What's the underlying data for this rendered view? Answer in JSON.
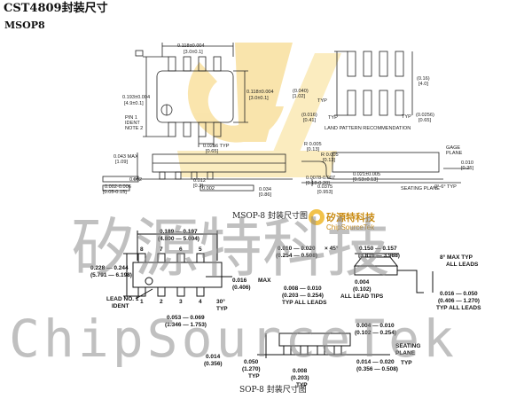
{
  "title": "CST4809封装尺寸",
  "subtitle": "MSOP8",
  "msop": {
    "caption": "MSOP-8 封装尺寸图",
    "top_width": "0.118±0.004",
    "top_width_mm": "[3.0±0.1]",
    "side_height": "0.193±0.004",
    "side_height_mm": "[4.9±0.1]",
    "body_height": "0.118±0.004",
    "body_height_mm": "[3.0±0.1]",
    "pin1": "PIN 1",
    "pin1_b": "IDENT",
    "pin1_c": "NOTE 2",
    "lead_pitch": "0.0256 TYP",
    "lead_pitch_mm": "[0.65]",
    "lp_a": "(0.040)",
    "lp_a_mm": "[1.02]",
    "lp_typ": "TYP",
    "lp_b": "(0.16)",
    "lp_b_mm": "[4.0]",
    "lp_c": "(0.016)",
    "lp_c_mm": "[0.41]",
    "lp_c_typ": "TYP",
    "lp_d": "(0.0256)",
    "lp_d_mm": "[0.65]",
    "lp_d_typ": "TYP",
    "land_pattern": "LAND PATTERN RECOMMENDATION",
    "h_max": "0.043 MAX",
    "h_max_mm": "[1.09]",
    "standoff": "0.002-0.006",
    "standoff_mm": "[0.05-0.15]",
    "lead_w": "0.012",
    "lead_w_mm": "[0.3]",
    "r1": "R 0.005",
    "r1_mm": "[0.13]",
    "r2": "R 0.005",
    "r2_mm": "[0.13]",
    "body_t": "0.034",
    "body_t_mm": "[0.86]",
    "foot_a": "0.0375",
    "foot_a_mm": "[0.953]",
    "foot_b": "0.0078-0.007",
    "foot_b_mm": "[0.18-0.20]",
    "foot_c": "0.021±0.005",
    "foot_c_mm": "[0.53±0.13]",
    "seating": "SEATING PLANE",
    "gauge": "GAGE",
    "gauge_b": "PLANE",
    "gauge_v": "0.010",
    "gauge_mm": "[0.25]",
    "angle": "0°-6° TYP",
    "tol1": "0.002",
    "tol2": "0.002"
  },
  "sop": {
    "caption": "SOP-8 封装尺寸图",
    "w": "0.189 — 0.197",
    "w_mm": "(4.800 — 5.004)",
    "h": "0.228 — 0.244",
    "h_mm": "(5.791 — 6.198)",
    "pins_top": [
      "8",
      "7",
      "6",
      "5"
    ],
    "pins_bot": [
      "1",
      "2",
      "3",
      "4"
    ],
    "lead1": "LEAD NO. 1",
    "lead1_b": "IDENT",
    "lead_w": "0.016",
    "lead_w_mm": "(0.406)",
    "lead_w_max": "MAX",
    "angle": "30°",
    "angle_typ": "TYP",
    "ch": "0.010 — 0.020",
    "ch_x": "× 45°",
    "ch_mm": "(0.254 — 0.508)",
    "bw": "0.150 — 0.157",
    "bw_mm": "(3.810 — 3.988)",
    "t": "0.008 — 0.010",
    "t_mm": "(0.203 — 0.254)",
    "t_all": "TYP ALL LEADS",
    "lt": "0.004",
    "lt_mm": "(0.102)",
    "lt_all": "ALL LEAD TIPS",
    "ang8": "8° MAX TYP",
    "ang8_b": "ALL LEADS",
    "foot": "0.016 — 0.050",
    "foot_mm": "(0.406 — 1.270)",
    "foot_typ": "TYP ALL LEADS",
    "pitch_r": "0.053 — 0.069",
    "pitch_r_mm": "(1.346 — 1.753)",
    "so": "0.014",
    "so_mm": "(0.356)",
    "p": "0.050",
    "p_mm": "(1.270)",
    "p_typ": "TYP",
    "lw": "0.008",
    "lw_mm": "(0.203)",
    "lw_typ": "TYP",
    "so2": "0.004 — 0.010",
    "so2_mm": "(0.102 — 0.254)",
    "seat": "SEATING",
    "seat_b": "PLANE",
    "ld": "0.014 — 0.020",
    "ld_typ": "TYP",
    "ld_mm": "(0.356 — 0.508)"
  },
  "watermark": {
    "cn": "矽源特科技",
    "en": "ChipSourceTek",
    "logo_cn": "矽源特科技",
    "logo_en": "ChipSourceTek"
  }
}
